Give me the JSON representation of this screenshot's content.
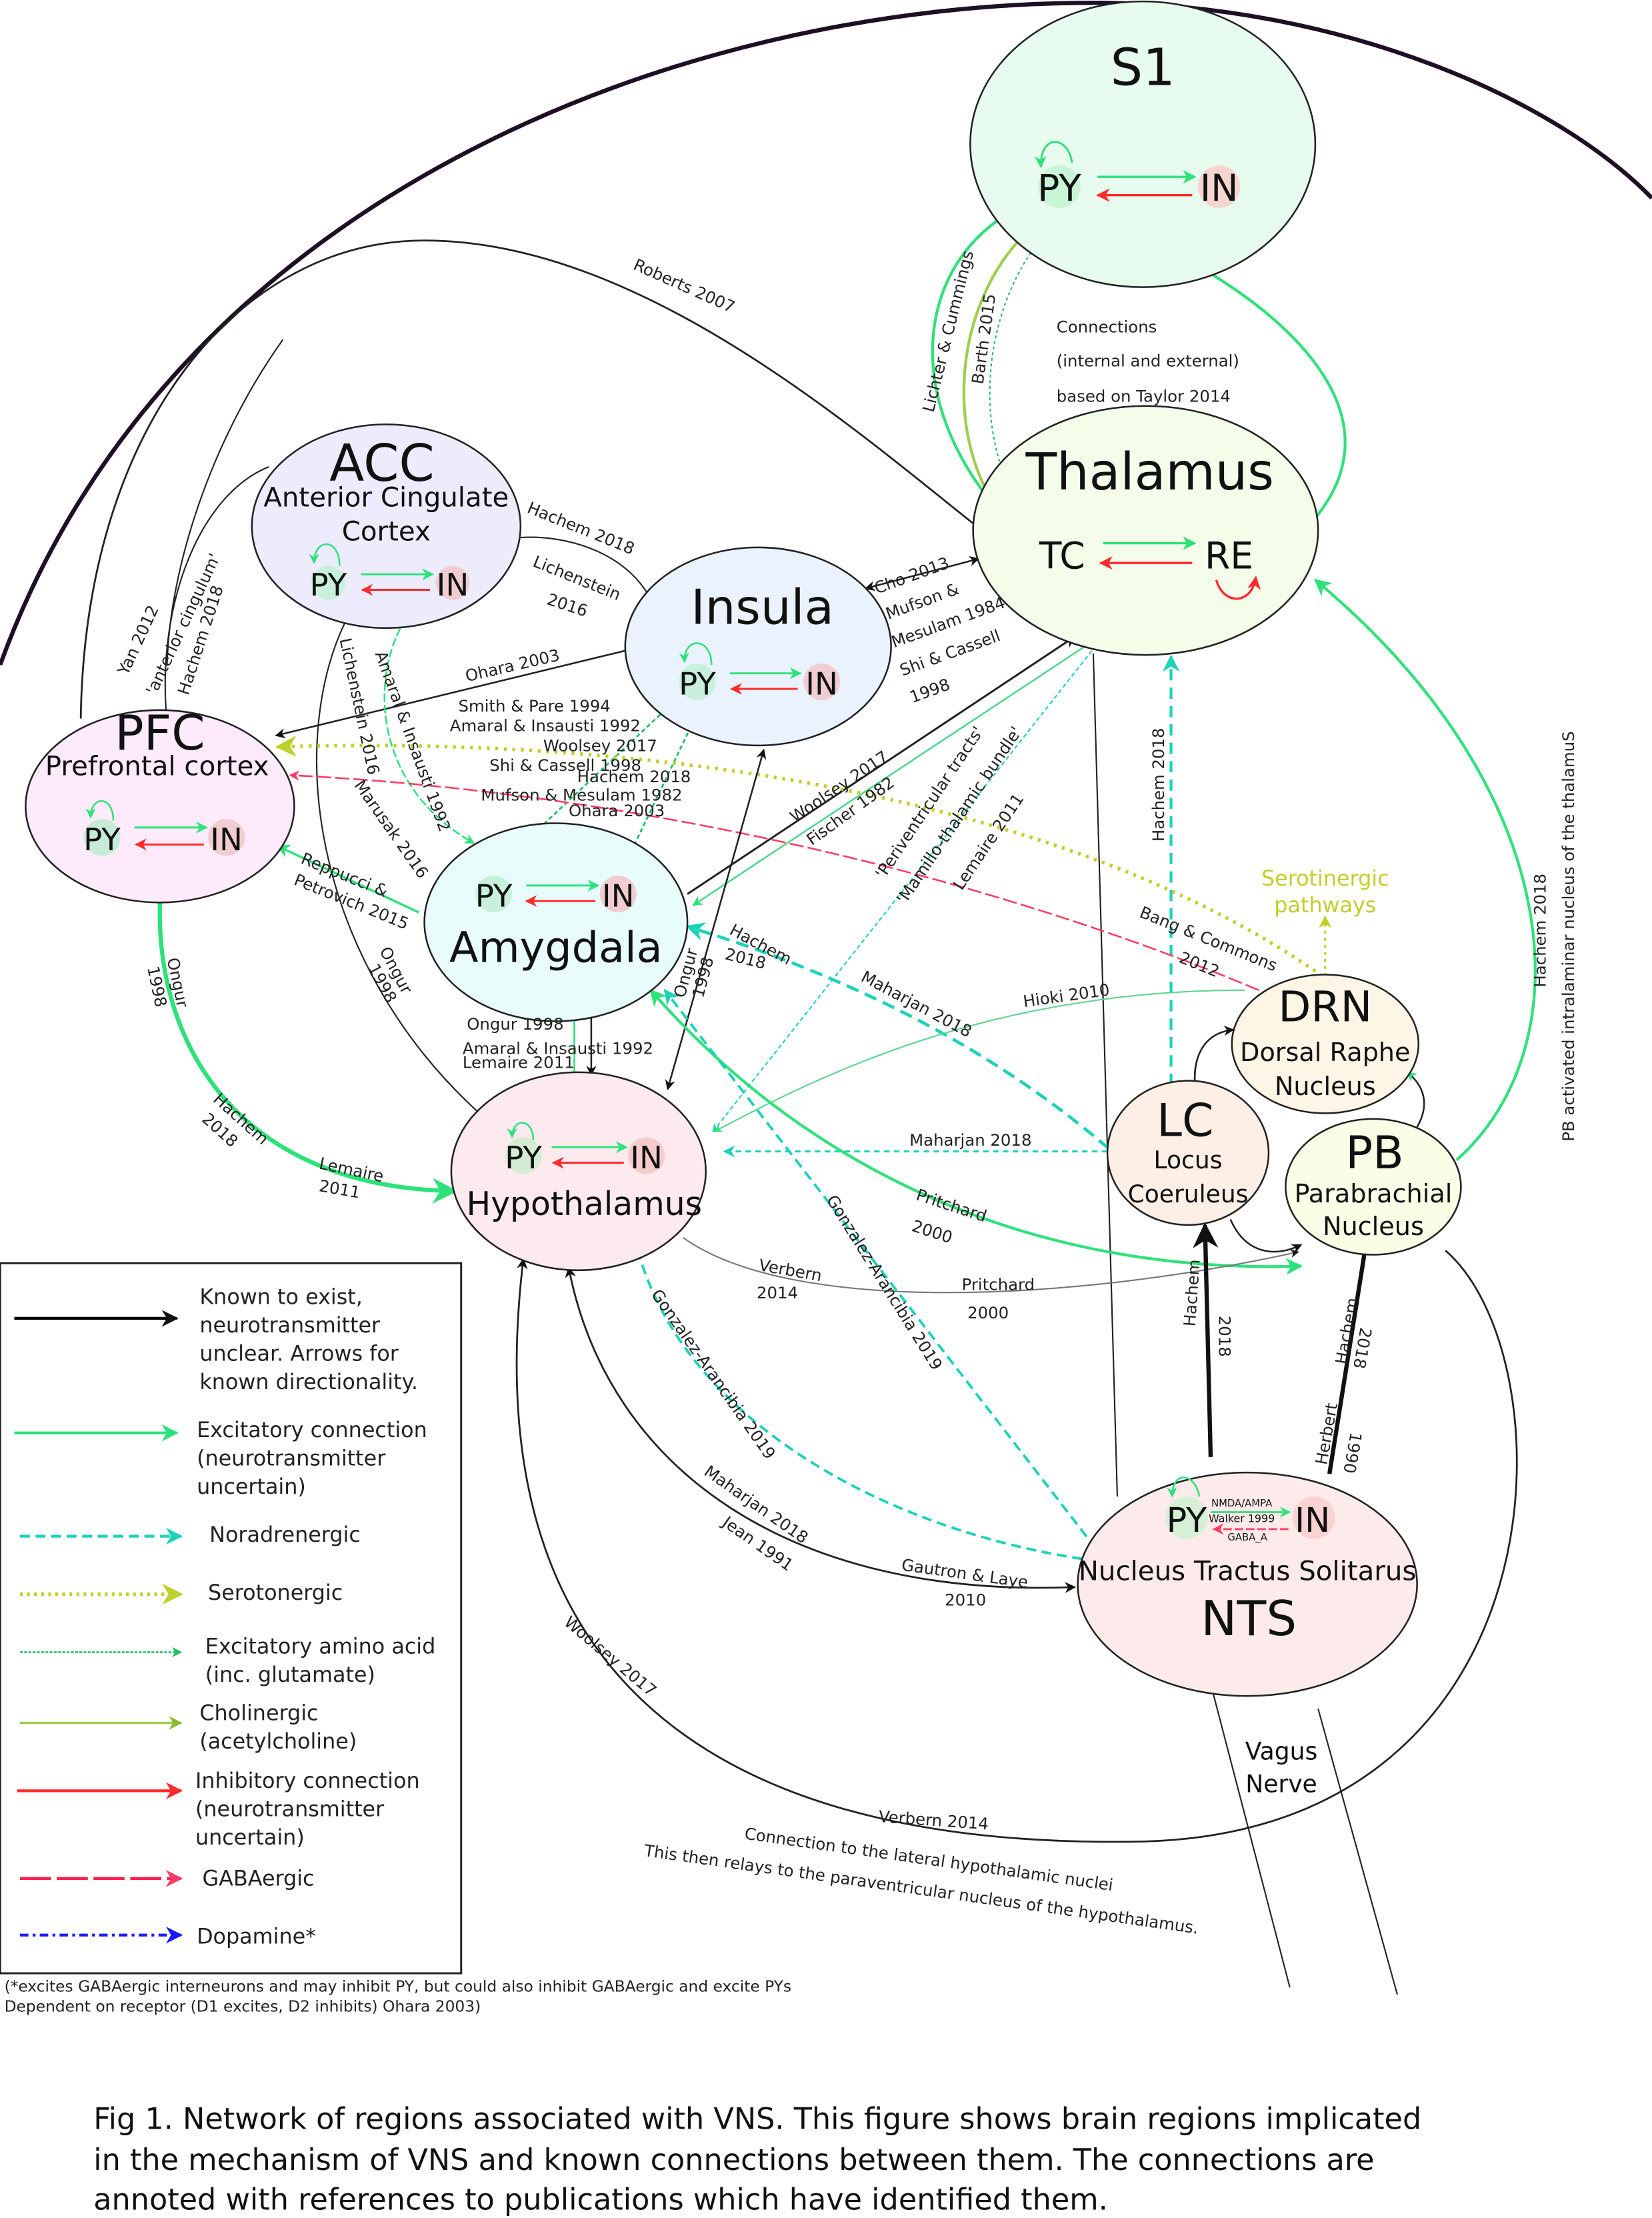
{
  "figure": {
    "caption_lines": [
      "Fig 1. Network of regions associated with VNS. This figure shows brain regions implicated",
      "in the mechanism of VNS and known connections between them. The connections are",
      "annoted with references to publications which have identified them."
    ],
    "footnote_lines": [
      "(*excites GABAergic interneurons and may inhibit PY, but could also inhibit GABAergic and excite PYs",
      "Dependent on receptor (D1 excites, D2 inhibits) Ohara 2003)"
    ],
    "note_lines": [
      "Connections",
      "(internal and external)",
      "based on Taylor 2014"
    ],
    "bottom_note_lines": [
      "Connection to the lateral hypothalamic nuclei",
      "This then relays to the paraventricular nucleus of the hypothalamus."
    ],
    "serotonergic_pathways": [
      "Serotinergic",
      "pathways"
    ],
    "vagus_nerve": [
      "Vagus",
      "Nerve"
    ],
    "pb_note": "PB activated intralaminar nucleus of the thalamuS"
  },
  "regions": {
    "s1": {
      "title": "S1",
      "py": "PY",
      "in": "IN",
      "fill": "#e8fbef"
    },
    "thalamus": {
      "title": "Thalamus",
      "tc": "TC",
      "re": "RE",
      "fill": "#f3fdea"
    },
    "acc": {
      "title": "ACC",
      "sub1": "Anterior Cingulate",
      "sub2": "Cortex",
      "py": "PY",
      "in": "IN",
      "fill": "#ececfc"
    },
    "insula": {
      "title": "Insula",
      "py": "PY",
      "in": "IN",
      "fill": "#eaf3fd"
    },
    "pfc": {
      "title": "PFC",
      "sub1": "Prefrontal cortex",
      "py": "PY",
      "in": "IN",
      "fill": "#fdeafb"
    },
    "amygdala": {
      "title": "Amygdala",
      "py": "PY",
      "in": "IN",
      "fill": "#e9fcfc"
    },
    "hypothalamus": {
      "title": "Hypothalamus",
      "py": "PY",
      "in": "IN",
      "fill": "#fdeaee"
    },
    "drn": {
      "title": "DRN",
      "sub1": "Dorsal Raphe",
      "sub2": "Nucleus",
      "fill": "#fdf6e7"
    },
    "lc": {
      "title": "LC",
      "sub1": "Locus",
      "sub2": "Coeruleus",
      "fill": "#fdefe6"
    },
    "pb": {
      "title": "PB",
      "sub1": "Parabrachial",
      "sub2": "Nucleus",
      "fill": "#fbfde6"
    },
    "nts": {
      "title": "NTS",
      "sub1": "Nucleus Tractus Solitarus",
      "py": "PY",
      "in": "IN",
      "excite_label": "NMDA/AMPA",
      "ref": "Walker 1999",
      "inhib_label": "GABA_A",
      "fill": "#fdeaea"
    }
  },
  "references": {
    "roberts": "Roberts 2007",
    "lichter": "Lichter & Cummings",
    "barth": "Barth 2015",
    "yan": "Yan 2012",
    "ant_cing": "'anterior cingulum'",
    "hachem_acc_pfc": "Hachem 2018",
    "hachem_acc_ins": "Hachem 2018",
    "lich_acc_ins_1": "Lichenstein",
    "lich_acc_ins_2": "2016",
    "ohara_ins_pfc": "Ohara 2003",
    "cho": "Cho 2013",
    "mufson84_1": "Mufson &",
    "mufson84_2": "Mesulam 1984",
    "shi_1": "Shi & Cassell",
    "shi_2": "1998",
    "ins_amy": [
      "Smith & Pare 1994",
      "Amaral & Insausti 1992",
      "Woolsey 2017",
      "Shi & Cassell 1998",
      "Hachem 2018",
      "Mufson & Mesulam 1982",
      "Ohara 2003"
    ],
    "lich_acc_hyp": "Lichenstein 2016",
    "amaral_acc_amy": "Amaral & Insausti 1992",
    "marusak": "Marusak 2016",
    "reppucci_1": "Reppucci &",
    "reppucci_2": "Petrovich 2015",
    "ongur_pfc_hyp_1": "Ongur",
    "ongur_pfc_hyp_2": "1998",
    "ongur_acc_hyp_1": "Ongur",
    "ongur_acc_hyp_2": "1998",
    "hachem_pfc_hyp_1": "Hachem",
    "hachem_pfc_hyp_2": "2018",
    "lemaire_pfc_hyp_1": "Lemaire",
    "lemaire_pfc_hyp_2": "2011",
    "amy_hyp": [
      "Ongur 1998",
      "Amaral & Insausti 1992",
      "Lemaire 2011"
    ],
    "ongur_ins_hyp_1": "Ongur",
    "ongur_ins_hyp_2": "1998",
    "woolsey_amy_thal": "Woolsey 2017",
    "fischer": "Fischer 1982",
    "periventricular": "'Periventricular tracts'",
    "mamillo": "'Mamillo-thalamic bundle'",
    "lemaire_thal": "Lemaire 2011",
    "hachem_lc_amy_1": "Hachem",
    "hachem_lc_amy_2": "2018",
    "maharjan_lc_amy": "Maharjan 2018",
    "maharjan_lc_hyp": "Maharjan 2018",
    "hioki": "Hioki 2010",
    "bang_1": "Bang & Commons",
    "bang_2": "2012",
    "hachem_lc_thal": "Hachem 2018",
    "hachem_pb_thal": "Hachem 2018",
    "pritchard_pb_amy_1": "Pritchard",
    "pritchard_pb_amy_2": "2000",
    "pritchard_pb_hyp_1": "Pritchard",
    "pritchard_pb_hyp_2": "2000",
    "verbern_hyp_1": "Verbern",
    "verbern_hyp_2": "2014",
    "gonzalez_amy": "Gonzalez-Arancibia 2019",
    "gonzalez_hyp": "Gonzalez-Arancibia 2019",
    "maharjan_nts": "Maharjan 2018",
    "jean": "Jean 1991",
    "gautron_1": "Gautron & Laye",
    "gautron_2": "2010",
    "hachem_nts_lc_1": "Hachem",
    "hachem_nts_lc_2": "2018",
    "hachem_nts_pb_1": "Hachem",
    "hachem_nts_pb_2": "2018",
    "herbert_1": "Herbert",
    "herbert_2": "1990",
    "woolsey_nts_hyp": "Woolsey 2017",
    "verbern_nts": "Verbern 2014"
  },
  "legend": {
    "items": [
      {
        "type": "known",
        "color": "#000000",
        "lines": [
          "Known to exist,",
          "neurotransmitter",
          "unclear. Arrows for",
          "known directionality."
        ]
      },
      {
        "type": "excitatory",
        "color": "#2ee27a",
        "lines": [
          "Excitatory connection",
          "(neurotransmitter",
          "uncertain)"
        ]
      },
      {
        "type": "noradrenergic",
        "color": "#1bd3b9",
        "lines": [
          "Noradrenergic"
        ]
      },
      {
        "type": "serotonergic",
        "color": "#bfd02a",
        "lines": [
          "Serotonergic"
        ]
      },
      {
        "type": "excitatory-amino-acid",
        "color": "#1fbf5f",
        "lines": [
          "Excitatory amino acid",
          "(inc. glutamate)"
        ]
      },
      {
        "type": "cholinergic",
        "color": "#8ec63f",
        "lines": [
          "Cholinergic",
          "(acetylcholine)"
        ]
      },
      {
        "type": "inhibitory",
        "color": "#ff2a2a",
        "lines": [
          "Inhibitory connection",
          "(neurotransmitter",
          " uncertain)"
        ]
      },
      {
        "type": "gabaergic",
        "color": "#ff1f4f",
        "lines": [
          "GABAergic"
        ]
      },
      {
        "type": "dopamine",
        "color": "#1a1aff",
        "lines": [
          "Dopamine*"
        ]
      }
    ]
  },
  "colors": {
    "excitatory": "#2ee27a",
    "inhibitory": "#ff2a2a",
    "noradrenergic": "#1bd3b9",
    "serotonergic": "#bfd02a",
    "cholinergic": "#9fcf4a",
    "gaba": "#ff3b62"
  }
}
